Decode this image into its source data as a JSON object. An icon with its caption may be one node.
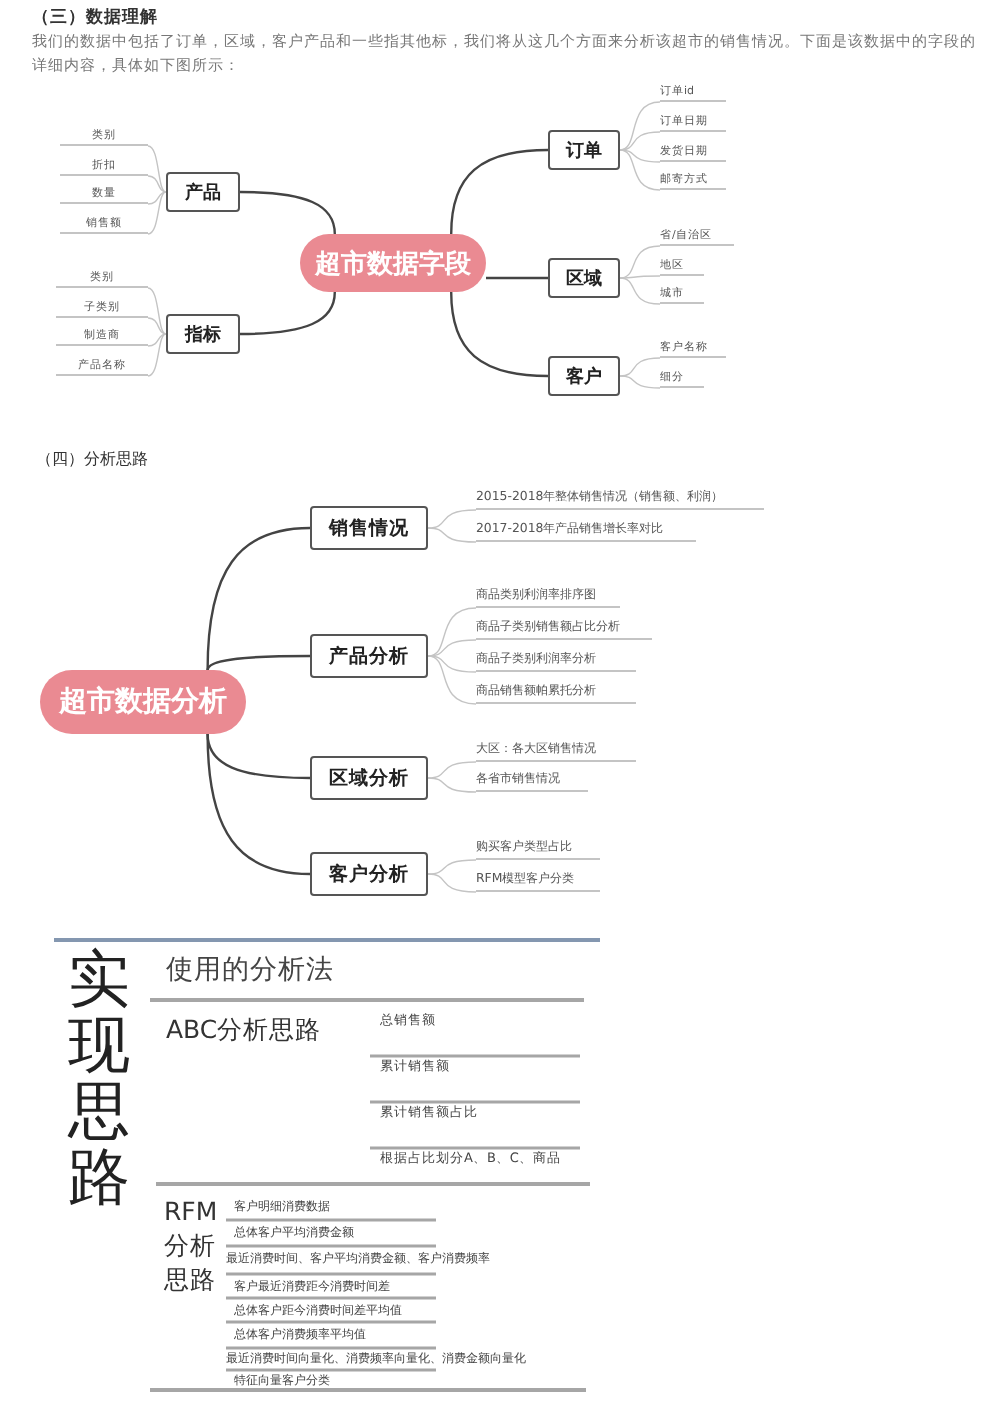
{
  "diagram": {
    "nodes": [
      {
        "text": [
          "超市数据字段"
        ]
      },
      {
        "text": [
          "产品"
        ]
      },
      {
        "text": [
          "指标"
        ]
      },
      {
        "text": [
          "订单"
        ]
      },
      {
        "text": [
          "区域"
        ]
      },
      {
        "text": [
          "客户"
        ]
      },
      {
        "text": [
          "类别"
        ]
      },
      {
        "text": [
          "折扣"
        ]
      },
      {
        "text": [
          "数量"
        ]
      },
      {
        "text": [
          "销售额"
        ]
      },
      {
        "text": [
          "类别"
        ]
      },
      {
        "text": [
          "子类别"
        ]
      },
      {
        "text": [
          "制造商"
        ]
      },
      {
        "text": [
          "产品名称"
        ]
      },
      {
        "text": [
          "订单id"
        ]
      },
      {
        "text": [
          "订单日期"
        ]
      },
      {
        "text": [
          "发货日期"
        ]
      },
      {
        "text": [
          "邮寄方式"
        ]
      },
      {
        "text": [
          "省/自治区"
        ]
      },
      {
        "text": [
          "地区"
        ]
      },
      {
        "text": [
          "城市"
        ]
      },
      {
        "text": [
          "客户名称"
        ]
      },
      {
        "text": [
          "细分"
        ]
      },
      {
        "text": [
          "超市数据分析"
        ]
      },
      {
        "text": [
          "销售情况"
        ]
      },
      {
        "text": [
          "产品分析"
        ]
      },
      {
        "text": [
          "区域分析"
        ]
      },
      {
        "text": [
          "客户分析"
        ]
      },
      {
        "text": [
          "2015-2018年整体销售情况（销售额、利润）"
        ]
      },
      {
        "text": [
          "2017-2018年产品销售增长率对比"
        ]
      },
      {
        "text": [
          "商品类别利润率排序图"
        ]
      },
      {
        "text": [
          "商品子类别销售额占比分析"
        ]
      },
      {
        "text": [
          "商品子类别利润率分析"
        ]
      },
      {
        "text": [
          "商品销售额帕累托分析"
        ]
      },
      {
        "text": [
          "大区：各大区销售情况"
        ]
      },
      {
        "text": [
          "各省市销售情况"
        ]
      },
      {
        "text": [
          "购买客户类型占比"
        ]
      },
      {
        "text": [
          "RFM模型客户分类"
        ]
      }
    ],
    "edges": [
      {
        "from": 0,
        "to": 1,
        "arrow": "none",
        "color": "#444444"
      },
      {
        "from": 0,
        "to": 2,
        "arrow": "none",
        "color": "#444444"
      },
      {
        "from": 0,
        "to": 3,
        "arrow": "none",
        "color": "#444444"
      },
      {
        "from": 0,
        "to": 4,
        "arrow": "none",
        "color": "#444444"
      },
      {
        "from": 0,
        "to": 5,
        "arrow": "none",
        "color": "#444444"
      },
      {
        "from": 1,
        "to": 6,
        "arrow": "none"
      },
      {
        "from": 1,
        "to": 7,
        "arrow": "none"
      },
      {
        "from": 1,
        "to": 8,
        "arrow": "none"
      },
      {
        "from": 1,
        "to": 9,
        "arrow": "none"
      },
      {
        "from": 2,
        "to": 10,
        "arrow": "none"
      },
      {
        "from": 2,
        "to": 11,
        "arrow": "none"
      },
      {
        "from": 2,
        "to": 12,
        "arrow": "none"
      },
      {
        "from": 2,
        "to": 13,
        "arrow": "none"
      },
      {
        "from": 3,
        "to": 14,
        "arrow": "none"
      },
      {
        "from": 3,
        "to": 15,
        "arrow": "none"
      },
      {
        "from": 3,
        "to": 16,
        "arrow": "none"
      },
      {
        "from": 3,
        "to": 17,
        "arrow": "none"
      },
      {
        "from": 4,
        "to": 18,
        "arrow": "none"
      },
      {
        "from": 4,
        "to": 19,
        "arrow": "none"
      },
      {
        "from": 4,
        "to": 20,
        "arrow": "none"
      },
      {
        "from": 5,
        "to": 21,
        "arrow": "none"
      },
      {
        "from": 5,
        "to": 22,
        "arrow": "none"
      },
      {
        "from": 23,
        "to": 24,
        "arrow": "none",
        "color": "#444444"
      },
      {
        "from": 23,
        "to": 25,
        "arrow": "none",
        "color": "#444444"
      },
      {
        "from": 23,
        "to": 26,
        "arrow": "none",
        "color": "#444444"
      },
      {
        "from": 23,
        "to": 27,
        "arrow": "none",
        "color": "#444444"
      },
      {
        "from": 24,
        "to": 28,
        "arrow": "none"
      },
      {
        "from": 24,
        "to": 29,
        "arrow": "none"
      },
      {
        "from": 25,
        "to": 30,
        "arrow": "none"
      },
      {
        "from": 25,
        "to": 31,
        "arrow": "none"
      },
      {
        "from": 25,
        "to": 32,
        "arrow": "none"
      },
      {
        "from": 25,
        "to": 33,
        "arrow": "none"
      },
      {
        "from": 26,
        "to": 34,
        "arrow": "none"
      },
      {
        "from": 26,
        "to": 35,
        "arrow": "none"
      },
      {
        "from": 27,
        "to": 36,
        "arrow": "none"
      },
      {
        "from": 27,
        "to": 37,
        "arrow": "none"
      }
    ],
    "labels": [
      "（三）数据理解",
      "我们的数据中包括了订单，区域，客户产品和一些指其他标，我们将从这几个方面来分析该超市的销售情况。下面是该数据中的字段的详细内容，具体如下图所示：",
      "（四）分析思路",
      "实现思路",
      "使用的分析法",
      "ABC分析思路",
      "总销售额",
      "累计销售额",
      "累计销售额占比",
      "根据占比划分A、B、C、商品",
      "RFM分析思路",
      "客户明细消费数据",
      "总体客户平均消费金额",
      "最近消费时间、客户平均消费金额、客户消费频率",
      "客户最近消费距今消费时间差",
      "总体客户距今消费时间差平均值",
      "总体客户消费频率平均值",
      "最近消费时间向量化、消费频率向量化、消费金额向量化",
      "特征向量客户分类"
    ]
  }
}
